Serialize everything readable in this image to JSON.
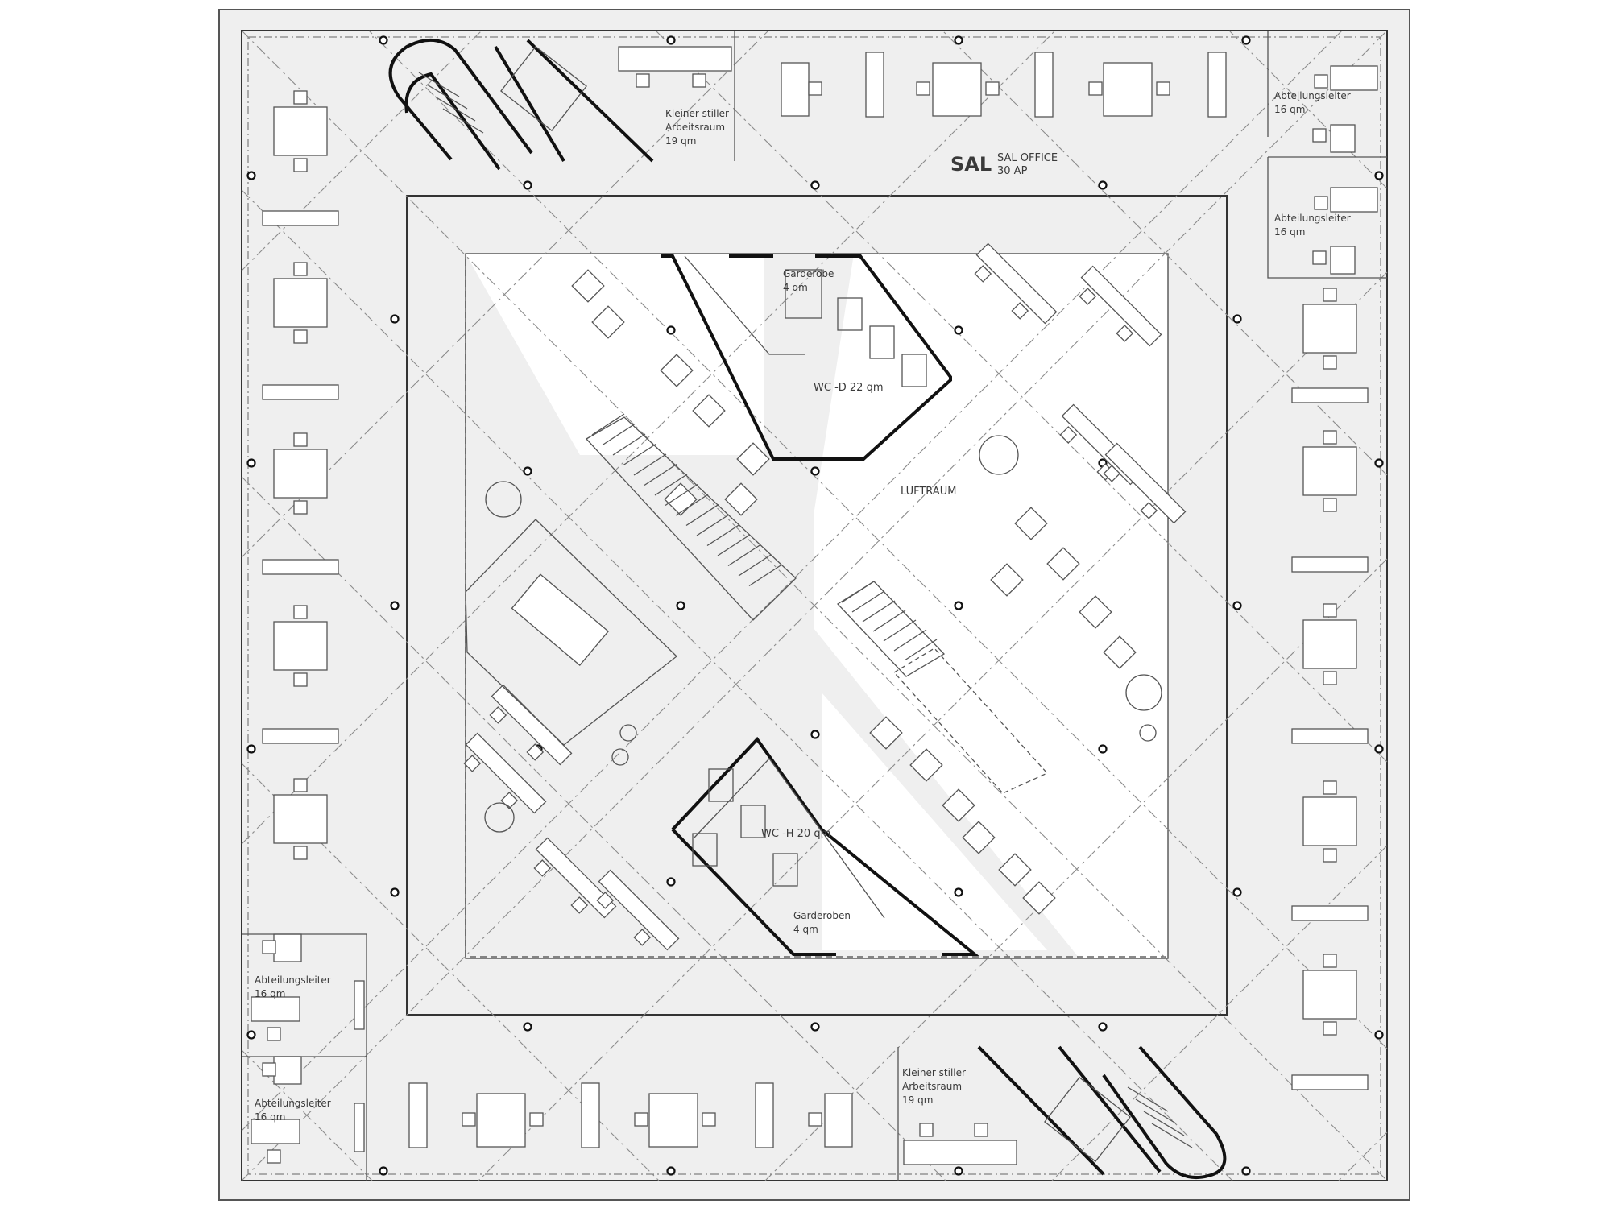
{
  "plan": {
    "header": {
      "code": "SAL",
      "name": "SAL OFFICE",
      "capacity": "30 AP"
    },
    "rooms": [
      {
        "name_lines": [
          "Kleiner stiller",
          "Arbeitsraum"
        ],
        "area": "19 qm"
      },
      {
        "name_lines": [
          "Abteilungsleiter"
        ],
        "area": "16 qm"
      },
      {
        "name_lines": [
          "Abteilungsleiter"
        ],
        "area": "16 qm"
      },
      {
        "name_lines": [
          "Garderobe"
        ],
        "area": "4 qm"
      },
      {
        "name_lines": [
          "WC -D 22 qm"
        ],
        "area": ""
      },
      {
        "name_lines": [
          "LUFTRAUM"
        ],
        "area": ""
      },
      {
        "name_lines": [
          "WC -H 20 qm"
        ],
        "area": ""
      },
      {
        "name_lines": [
          "Garderoben"
        ],
        "area": "4 qm"
      },
      {
        "name_lines": [
          "Abteilungsleiter"
        ],
        "area": "16 qm"
      },
      {
        "name_lines": [
          "Abteilungsleiter"
        ],
        "area": "16 qm"
      },
      {
        "name_lines": [
          "Kleiner stiller",
          "Arbeitsraum"
        ],
        "area": "19 qm"
      }
    ]
  }
}
